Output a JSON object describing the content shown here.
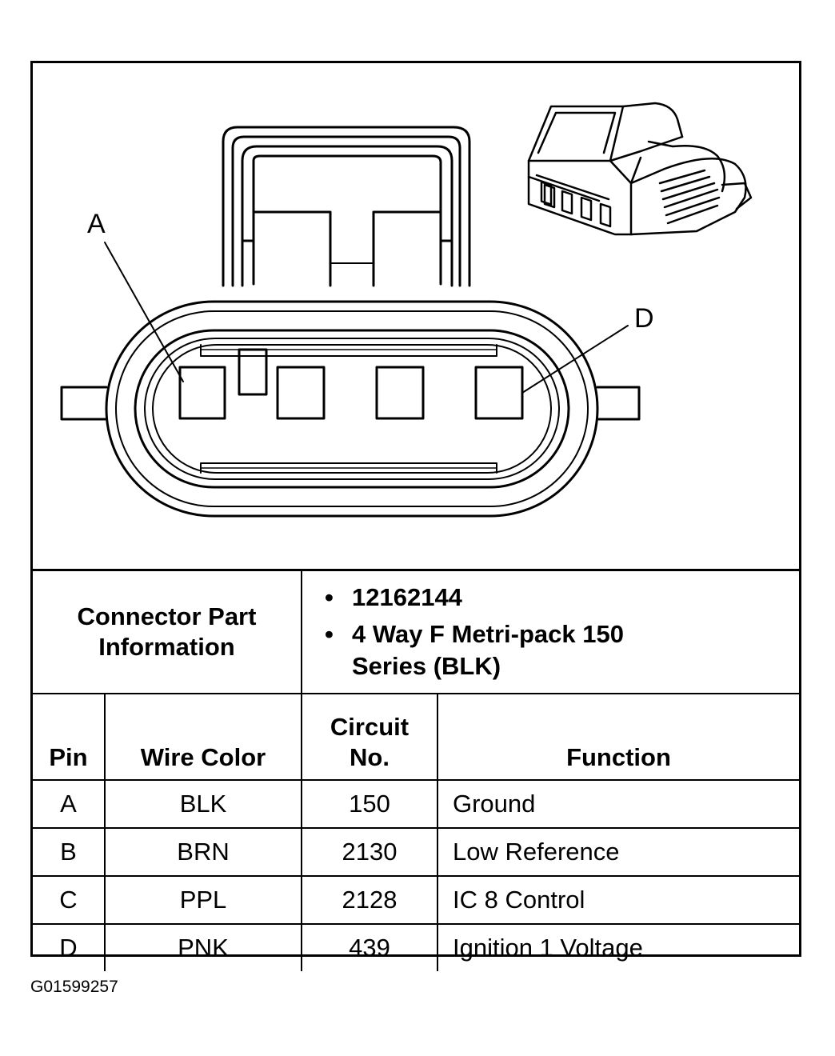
{
  "diagram": {
    "callouts": [
      "A",
      "D"
    ]
  },
  "connector_part_information": {
    "label": "Connector Part Information",
    "values": [
      "12162144",
      "4 Way F Metri-pack 150 Series (BLK)"
    ]
  },
  "pin_table": {
    "headers": [
      "Pin",
      "Wire Color",
      "Circuit No.",
      "Function"
    ],
    "rows": [
      [
        "A",
        "BLK",
        "150",
        "Ground"
      ],
      [
        "B",
        "BRN",
        "2130",
        "Low Reference"
      ],
      [
        "C",
        "PPL",
        "2128",
        "IC 8 Control"
      ],
      [
        "D",
        "PNK",
        "439",
        "Ignition 1 Voltage"
      ]
    ]
  },
  "figure_id": "G01599257"
}
